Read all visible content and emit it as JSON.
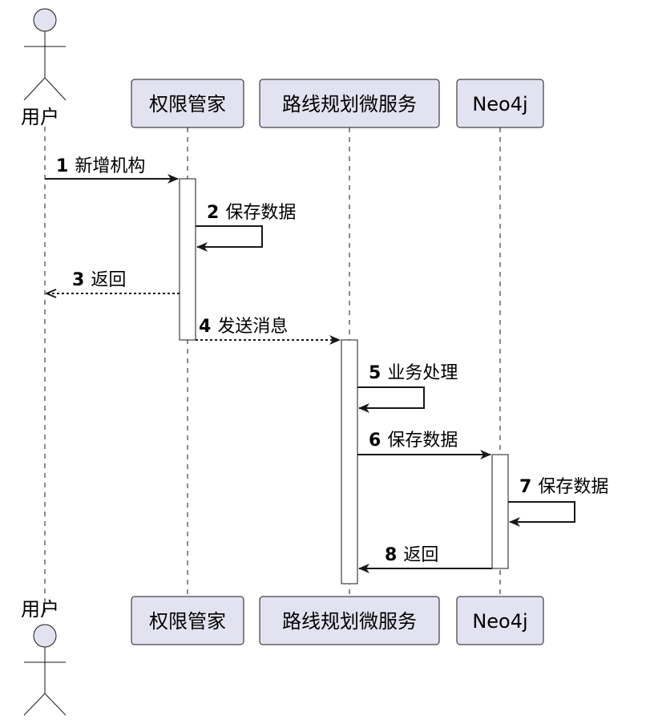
{
  "diagram": {
    "actor": {
      "name": "用户"
    },
    "participants": [
      {
        "name": "权限管家"
      },
      {
        "name": "路线规划微服务"
      },
      {
        "name": "Neo4j"
      }
    ],
    "messages": [
      {
        "num": "1",
        "text": "新增机构",
        "from": "用户",
        "to": "权限管家",
        "style": "solid"
      },
      {
        "num": "2",
        "text": "保存数据",
        "from": "权限管家",
        "to": "权限管家",
        "style": "solid"
      },
      {
        "num": "3",
        "text": "返回",
        "from": "权限管家",
        "to": "用户",
        "style": "dashed"
      },
      {
        "num": "4",
        "text": "发送消息",
        "from": "权限管家",
        "to": "路线规划微服务",
        "style": "dashed"
      },
      {
        "num": "5",
        "text": "业务处理",
        "from": "路线规划微服务",
        "to": "路线规划微服务",
        "style": "solid"
      },
      {
        "num": "6",
        "text": "保存数据",
        "from": "路线规划微服务",
        "to": "Neo4j",
        "style": "solid"
      },
      {
        "num": "7",
        "text": "保存数据",
        "from": "Neo4j",
        "to": "Neo4j",
        "style": "solid"
      },
      {
        "num": "8",
        "text": "返回",
        "from": "Neo4j",
        "to": "路线规划微服务",
        "style": "solid"
      }
    ],
    "colors": {
      "participant_fill": "#e2e2f0",
      "participant_stroke": "#181818",
      "line": "#181818"
    }
  }
}
